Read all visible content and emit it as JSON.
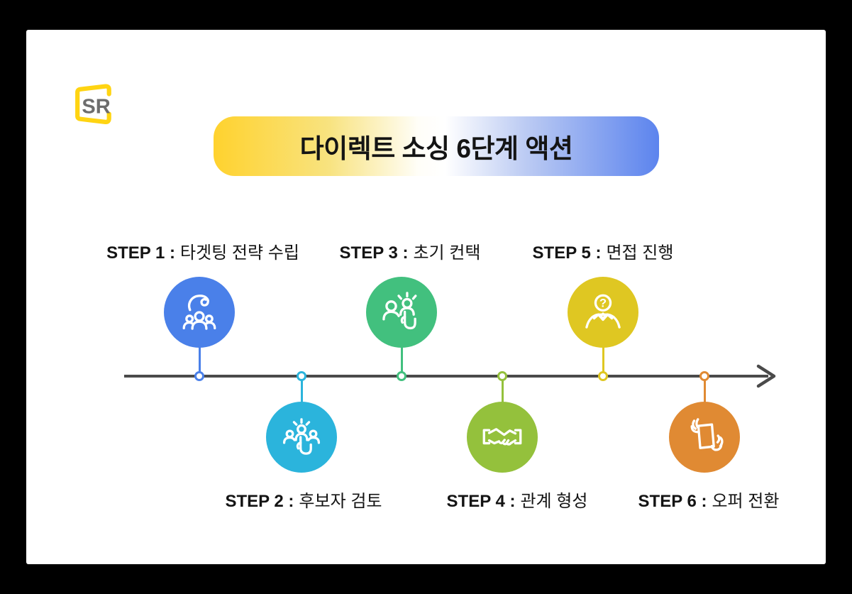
{
  "page": {
    "background_color": "#000000",
    "card_color": "#ffffff"
  },
  "logo": {
    "text": "SR",
    "frame_color": "#ffd412",
    "text_color": "#6d6d6d"
  },
  "banner": {
    "title": "다이렉트 소싱 6단계 액션",
    "gradient_left_color": "#ffd22e",
    "gradient_right_color": "#5c84ee",
    "text_color": "#141414"
  },
  "timeline": {
    "axis_color": "#4a4a4a",
    "arrow_icon": "right-arrow-icon",
    "direction": "left-to-right"
  },
  "steps": [
    {
      "step_label": "STEP 1 :",
      "title": "타겟팅 전략 수립",
      "color": "#4a80e9",
      "icon": "hand-selecting-group-icon",
      "position": "above"
    },
    {
      "step_label": "STEP 2 :",
      "title": "후보자 검토",
      "color": "#2bb4dc",
      "icon": "candidate-review-icon",
      "position": "below"
    },
    {
      "step_label": "STEP 3 :",
      "title": "초기 컨택",
      "color": "#42c07e",
      "icon": "initial-contact-icon",
      "position": "above"
    },
    {
      "step_label": "STEP 4 :",
      "title": "관계 형성",
      "color": "#94c13c",
      "icon": "handshake-icon",
      "position": "below"
    },
    {
      "step_label": "STEP 5 :",
      "title": "면접 진행",
      "color": "#dfc722",
      "icon": "interview-question-icon",
      "icon_glyph": "?",
      "position": "above"
    },
    {
      "step_label": "STEP 6 :",
      "title": "오퍼 전환",
      "color": "#e08a33",
      "icon": "offer-document-icon",
      "position": "below"
    }
  ]
}
